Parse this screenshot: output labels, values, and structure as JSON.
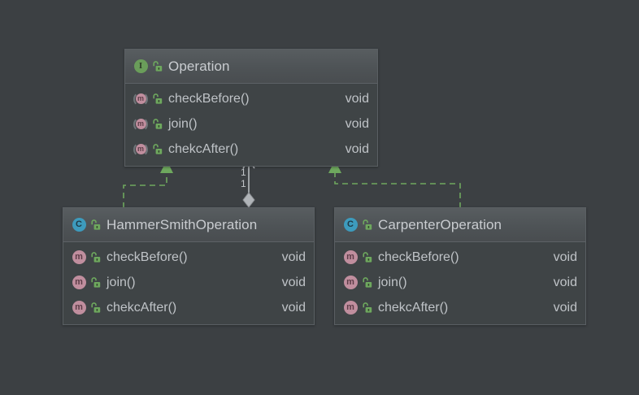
{
  "diagram": {
    "type": "uml-class-diagram",
    "background_color": "#3c4043",
    "nodes": [
      {
        "id": "operation",
        "kind": "interface",
        "kind_icon": "interface-icon",
        "kind_letter": "I",
        "visibility_icon": "unlock-icon",
        "name": "Operation",
        "members": [
          {
            "icon": "abstract-method-icon",
            "letter": "m",
            "visibility_icon": "unlock-icon",
            "name": "checkBefore()",
            "type": "void"
          },
          {
            "icon": "abstract-method-icon",
            "letter": "m",
            "visibility_icon": "unlock-icon",
            "name": "join()",
            "type": "void"
          },
          {
            "icon": "abstract-method-icon",
            "letter": "m",
            "visibility_icon": "unlock-icon",
            "name": "chekcAfter()",
            "type": "void"
          }
        ]
      },
      {
        "id": "hammersmith",
        "kind": "class",
        "kind_icon": "class-icon",
        "kind_letter": "C",
        "visibility_icon": "unlock-icon",
        "name": "HammerSmithOperation",
        "members": [
          {
            "icon": "method-icon",
            "letter": "m",
            "visibility_icon": "unlock-icon",
            "name": "checkBefore()",
            "type": "void"
          },
          {
            "icon": "method-icon",
            "letter": "m",
            "visibility_icon": "unlock-icon",
            "name": "join()",
            "type": "void"
          },
          {
            "icon": "method-icon",
            "letter": "m",
            "visibility_icon": "unlock-icon",
            "name": "chekcAfter()",
            "type": "void"
          }
        ]
      },
      {
        "id": "carpenter",
        "kind": "class",
        "kind_icon": "class-icon",
        "kind_letter": "C",
        "visibility_icon": "unlock-icon",
        "name": "CarpenterOperation",
        "members": [
          {
            "icon": "method-icon",
            "letter": "m",
            "visibility_icon": "unlock-icon",
            "name": "checkBefore()",
            "type": "void"
          },
          {
            "icon": "method-icon",
            "letter": "m",
            "visibility_icon": "unlock-icon",
            "name": "join()",
            "type": "void"
          },
          {
            "icon": "method-icon",
            "letter": "m",
            "visibility_icon": "unlock-icon",
            "name": "chekcAfter()",
            "type": "void"
          }
        ]
      }
    ],
    "edges": [
      {
        "id": "realization-hammersmith",
        "relation": "realization",
        "style": "dashed",
        "color": "#6ea85e",
        "arrowhead": "filled-triangle",
        "from": "hammersmith",
        "to": "operation"
      },
      {
        "id": "realization-carpenter",
        "relation": "realization",
        "style": "dashed",
        "color": "#6ea85e",
        "arrowhead": "filled-triangle",
        "from": "carpenter",
        "to": "operation"
      },
      {
        "id": "composition-center",
        "relation": "composition",
        "style": "solid",
        "color": "#b6babe",
        "arrowhead": "open-arrow",
        "tail_decoration": "filled-diamond",
        "from": "hammersmith",
        "to": "operation",
        "source_multiplicity": "1",
        "target_multiplicity": "1"
      }
    ]
  }
}
